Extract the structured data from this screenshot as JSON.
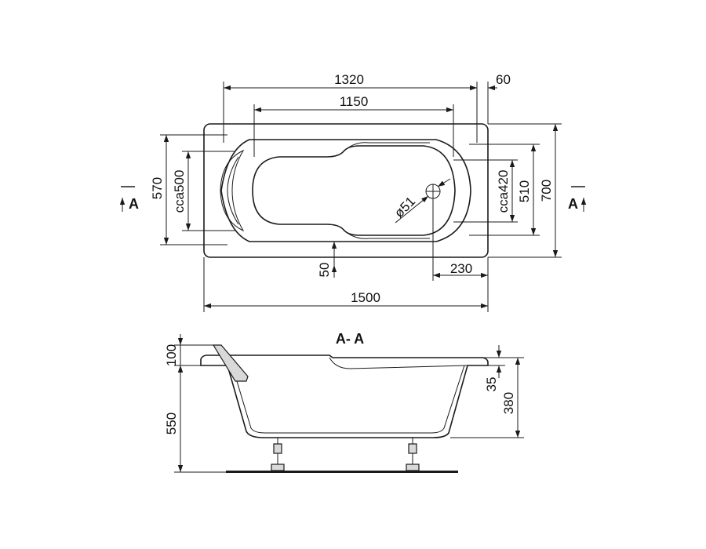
{
  "top_view": {
    "dims": {
      "d1320": "1320",
      "d60": "60",
      "d1150": "1150",
      "d570": "570",
      "dcca500": "cca500",
      "dcca420": "cca420",
      "d510": "510",
      "d700": "700",
      "d51": "ø51",
      "d50": "50",
      "d230": "230",
      "d1500": "1500"
    },
    "section_marker_left": "A",
    "section_marker_right": "A"
  },
  "side_view": {
    "title": "A- A",
    "dims": {
      "d100": "100",
      "d550": "550",
      "d35": "35",
      "d380": "380"
    }
  }
}
